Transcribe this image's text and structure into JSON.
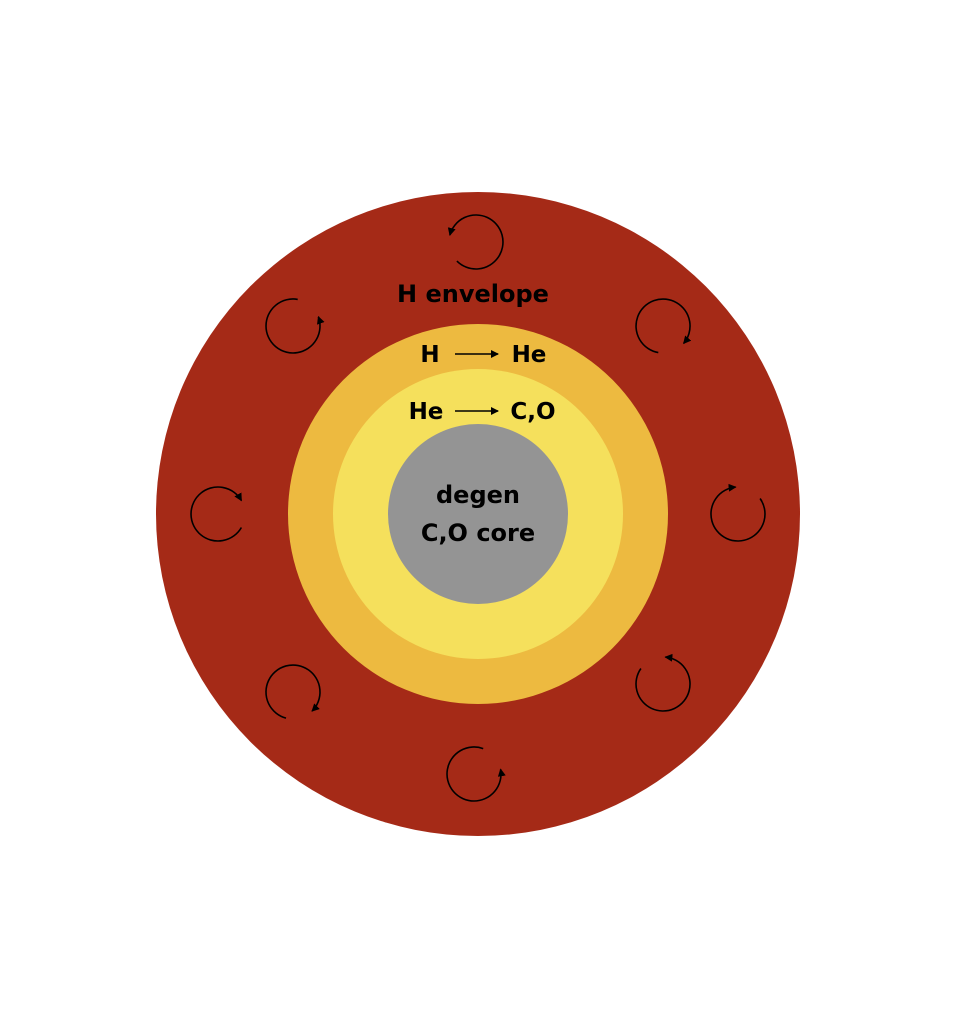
{
  "diagram": {
    "layers": [
      {
        "name": "H envelope",
        "color": "#A52A17"
      },
      {
        "name": "H shell",
        "color": "#EDBA40"
      },
      {
        "name": "He shell",
        "color": "#F5E05C"
      },
      {
        "name": "core",
        "color": "#949494"
      }
    ],
    "labels": {
      "envelope": "H envelope",
      "h_shell_from": "H",
      "h_shell_to": "He",
      "he_shell_from": "He",
      "he_shell_to": "C,O",
      "core_line1": "degen",
      "core_line2": "C,O core"
    },
    "convection_icons": [
      {
        "name": "convection-cell-icon-top",
        "direction": "counterclockwise"
      },
      {
        "name": "convection-cell-icon-upper-right",
        "direction": "clockwise"
      },
      {
        "name": "convection-cell-icon-right",
        "direction": "clockwise"
      },
      {
        "name": "convection-cell-icon-lower-right",
        "direction": "counterclockwise"
      },
      {
        "name": "convection-cell-icon-bottom",
        "direction": "counterclockwise"
      },
      {
        "name": "convection-cell-icon-lower-left",
        "direction": "clockwise"
      },
      {
        "name": "convection-cell-icon-left",
        "direction": "clockwise"
      },
      {
        "name": "convection-cell-icon-upper-left",
        "direction": "counterclockwise"
      }
    ],
    "icons": [
      "arrow-right-icon",
      "circular-arrow-icon"
    ]
  }
}
